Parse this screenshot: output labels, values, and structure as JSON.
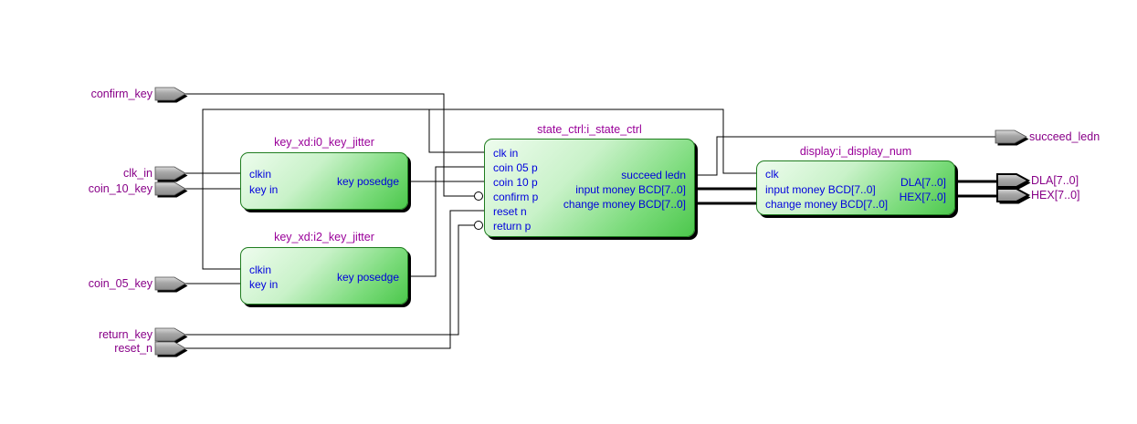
{
  "diagram": {
    "kind": "rtl-schematic",
    "background": "#ffffff"
  },
  "colors": {
    "wire": "#000000",
    "block_border": "#1f7d1f",
    "block_fill_light": "#eefcee",
    "block_fill_dark": "#4cc74c",
    "block_title_text": "#990099",
    "port_text": "#0000dd",
    "pin_label_text": "#880088",
    "pin_fill": "#a6a6a6"
  },
  "input_pins": [
    {
      "label": "confirm_key"
    },
    {
      "label": "clk_in"
    },
    {
      "label": "coin_10_key"
    },
    {
      "label": "coin_05_key"
    },
    {
      "label": "return_key"
    },
    {
      "label": "reset_n"
    }
  ],
  "output_pins": [
    {
      "label": "succeed_ledn"
    },
    {
      "label": "DLA[7..0]"
    },
    {
      "label": "HEX[7..0]"
    }
  ],
  "blocks": [
    {
      "title": "key_xd:i0_key_jitter",
      "inputs": [
        "clkin",
        "key in"
      ],
      "outputs": [
        "key posedge"
      ]
    },
    {
      "title": "key_xd:i2_key_jitter",
      "inputs": [
        "clkin",
        "key in"
      ],
      "outputs": [
        "key posedge"
      ]
    },
    {
      "title": "state_ctrl:i_state_ctrl",
      "inputs": [
        "clk in",
        "coin 05 p",
        "coin 10 p",
        "confirm p",
        "reset n",
        "return p"
      ],
      "outputs": [
        "succeed ledn",
        "input money BCD[7..0]",
        "change money BCD[7..0]"
      ]
    },
    {
      "title": "display:i_display_num",
      "inputs": [
        "clk",
        "input money BCD[7..0]",
        "change money BCD[7..0]"
      ],
      "outputs": [
        "DLA[7..0]",
        "HEX[7..0]"
      ]
    }
  ]
}
